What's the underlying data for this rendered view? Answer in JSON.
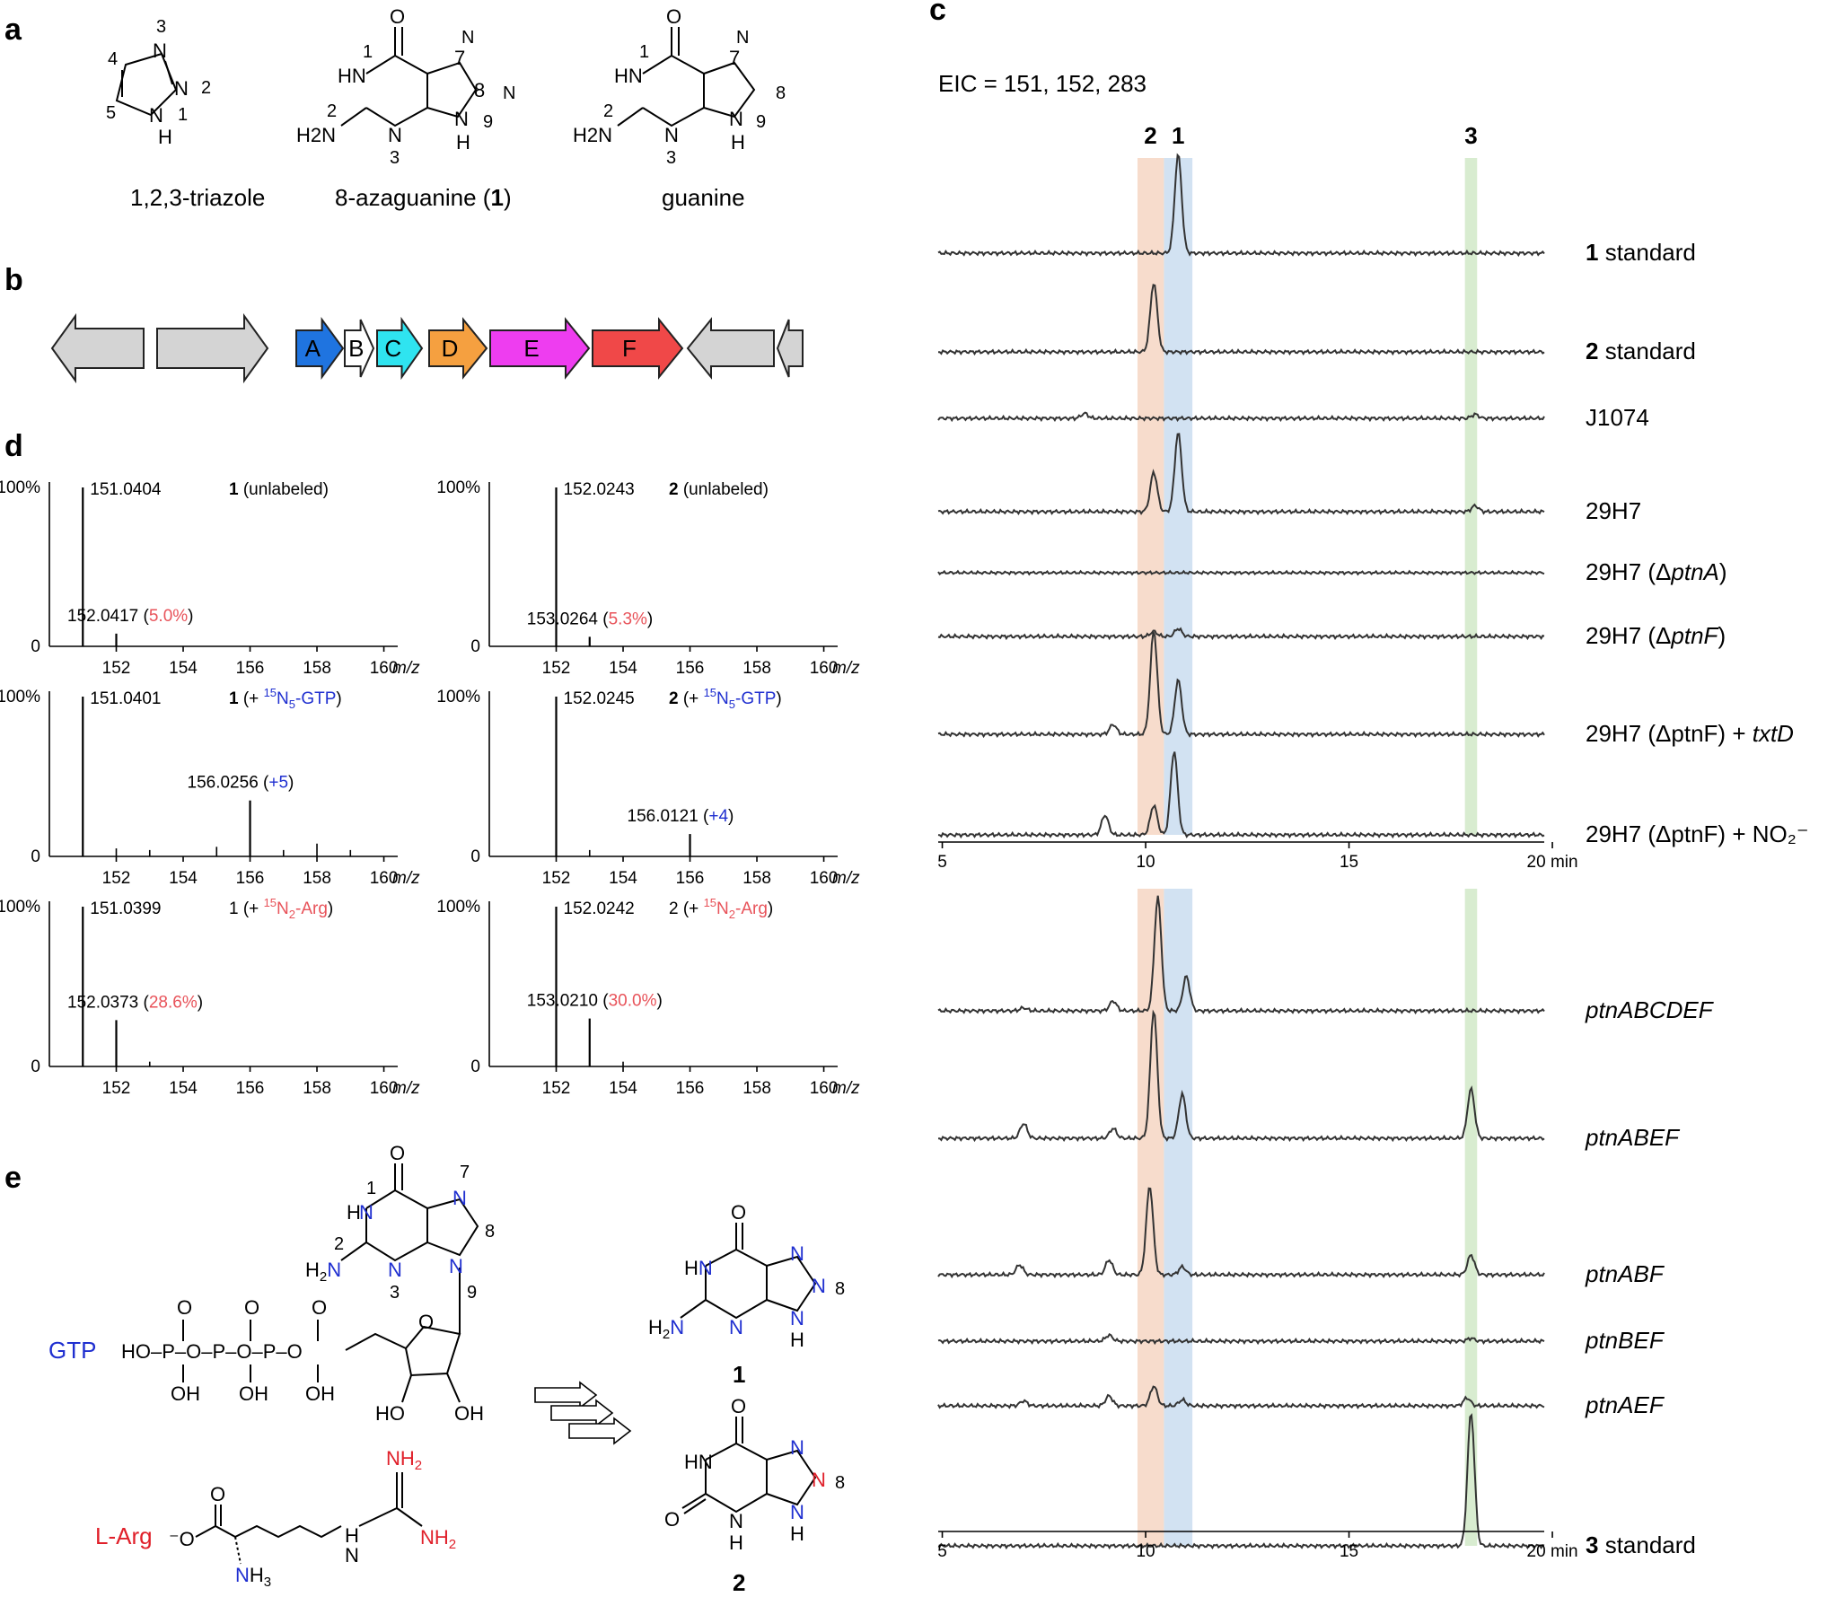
{
  "panels": {
    "a": "a",
    "b": "b",
    "c": "c",
    "d": "d",
    "e": "e"
  },
  "panel_a": {
    "structures": [
      {
        "name": "1,2,3-triazole",
        "atoms": [
          "3",
          "N",
          "4",
          "N",
          "2",
          "5",
          "N",
          "1",
          "H"
        ]
      },
      {
        "name": "8-azaguanine (",
        "bold": "1",
        "after": ")",
        "atoms": [
          "O",
          "1",
          "HN",
          "2",
          "H2N",
          "N",
          "3",
          "N",
          "7",
          "N",
          "8",
          "N",
          "9",
          "H"
        ]
      },
      {
        "name": "guanine",
        "atoms": [
          "O",
          "1",
          "HN",
          "2",
          "H2N",
          "N",
          "3",
          "N",
          "7",
          "8",
          "N",
          "9",
          "H"
        ]
      }
    ]
  },
  "panel_b": {
    "genes": [
      {
        "label": "",
        "color": "#d4d4d4"
      },
      {
        "label": "",
        "color": "#d4d4d4"
      },
      {
        "label": "A",
        "color": "#1f74e0"
      },
      {
        "label": "B",
        "color": "#ffffff"
      },
      {
        "label": "C",
        "color": "#2fe4f0"
      },
      {
        "label": "D",
        "color": "#f5a040"
      },
      {
        "label": "E",
        "color": "#ee3df0"
      },
      {
        "label": "F",
        "color": "#f04848"
      },
      {
        "label": "",
        "color": "#d4d4d4"
      },
      {
        "label": "",
        "color": "#d4d4d4"
      }
    ]
  },
  "panel_c": {
    "eic": "EIC = 151, 152, 283",
    "band_labels": [
      "2",
      "1",
      "3"
    ],
    "band_colors": {
      "2": "#f7dccc",
      "1": "#d2e2f2",
      "3": "#d8ecd0"
    },
    "x_ticks": [
      "5",
      "10",
      "15",
      "20 min"
    ],
    "chart_data": [
      {
        "type": "line",
        "xlabel": "min",
        "xlim": [
          4.9,
          19.8
        ],
        "traces": [
          {
            "label_bold": "1",
            "label": " standard",
            "peaks": [
              [
                10.8,
                1.0
              ]
            ]
          },
          {
            "label_bold": "2",
            "label": " standard",
            "peaks": [
              [
                10.2,
                0.7
              ]
            ]
          },
          {
            "label": "J1074",
            "peaks": [
              [
                8.5,
                0.05
              ],
              [
                18.1,
                0.04
              ]
            ]
          },
          {
            "label": "29H7",
            "peaks": [
              [
                10.2,
                0.4
              ],
              [
                10.8,
                0.8
              ],
              [
                18.1,
                0.06
              ]
            ]
          },
          {
            "label": "29H7 (Δ",
            "label_italic": "ptnA",
            "label_after": ")",
            "peaks": []
          },
          {
            "label": "29H7 (Δ",
            "label_italic": "ptnF",
            "label_after": ")",
            "peaks": [
              [
                10.2,
                0.05
              ],
              [
                10.8,
                0.08
              ]
            ]
          },
          {
            "label": "29H7 (ΔptnF) + ",
            "label_italic": "txtD",
            "peaks": [
              [
                9.2,
                0.1
              ],
              [
                10.2,
                1.05
              ],
              [
                10.8,
                0.55
              ]
            ]
          },
          {
            "label": "29H7 (ΔptnF) + NO₂⁻",
            "peaks": [
              [
                9.0,
                0.2
              ],
              [
                10.2,
                0.3
              ],
              [
                10.7,
                0.85
              ]
            ]
          }
        ]
      },
      {
        "type": "line",
        "xlabel": "min",
        "xlim": [
          4.9,
          19.8
        ],
        "traces": [
          {
            "label_italic": "ptnABCDEF",
            "peaks": [
              [
                7.0,
                0.03
              ],
              [
                9.2,
                0.1
              ],
              [
                10.3,
                1.15
              ],
              [
                11.0,
                0.35
              ]
            ]
          },
          {
            "label_italic": "ptnABEF",
            "peaks": [
              [
                7.0,
                0.15
              ],
              [
                9.2,
                0.1
              ],
              [
                10.2,
                1.3
              ],
              [
                10.9,
                0.45
              ],
              [
                18.0,
                0.5
              ]
            ]
          },
          {
            "label_italic": "ptnABF",
            "peaks": [
              [
                6.9,
                0.1
              ],
              [
                9.1,
                0.15
              ],
              [
                10.1,
                0.9
              ],
              [
                10.9,
                0.08
              ],
              [
                18.0,
                0.2
              ]
            ]
          },
          {
            "label_italic": "ptnBEF",
            "peaks": [
              [
                9.1,
                0.06
              ],
              [
                18.0,
                0.03
              ]
            ]
          },
          {
            "label_italic": "ptnAEF",
            "peaks": [
              [
                7.0,
                0.05
              ],
              [
                9.1,
                0.1
              ],
              [
                10.2,
                0.2
              ],
              [
                10.9,
                0.06
              ],
              [
                17.9,
                0.08
              ]
            ]
          },
          {
            "label_bold": "3",
            "label": " standard",
            "peaks": [
              [
                18.0,
                1.35
              ]
            ]
          }
        ]
      }
    ]
  },
  "panel_d": {
    "x_ticks": [
      "152",
      "154",
      "156",
      "158",
      "160"
    ],
    "x_unit": "m/z",
    "y_ticks": [
      "100%",
      "0"
    ],
    "spectra": [
      {
        "compound": "1",
        "condition": " (unlabeled)",
        "main": "151.0404",
        "secondary": "152.0417",
        "shift": "5.0%",
        "shift_color": "pink",
        "main_mz": 151.0,
        "sec_mz": 152.0,
        "sec_h": 0.08,
        "minor": []
      },
      {
        "compound": "2",
        "condition": " (unlabeled)",
        "main": "152.0243",
        "secondary": "153.0264",
        "shift": "5.3%",
        "shift_color": "pink",
        "main_mz": 152.0,
        "sec_mz": 153.0,
        "sec_h": 0.06,
        "minor": []
      },
      {
        "compound": "1",
        "condition_pre": " (+ ",
        "isotope": "15N5-GTP",
        "condition_post": ")",
        "iso_color": "blue",
        "main": "151.0401",
        "secondary": "156.0256",
        "shift": "+5",
        "shift_color": "blue",
        "main_mz": 151.0,
        "sec_mz": 156.0,
        "sec_h": 0.35,
        "minor": [
          [
            152.0,
            0.05
          ],
          [
            153.0,
            0.04
          ],
          [
            155.0,
            0.06
          ],
          [
            157.0,
            0.04
          ],
          [
            158.0,
            0.08
          ],
          [
            159.0,
            0.04
          ]
        ]
      },
      {
        "compound": "2",
        "condition_pre": " (+ ",
        "isotope": "15N5-GTP",
        "condition_post": ")",
        "iso_color": "blue",
        "main": "152.0245",
        "secondary": "156.0121",
        "shift": "+4",
        "shift_color": "blue",
        "main_mz": 152.0,
        "sec_mz": 156.0,
        "sec_h": 0.14,
        "minor": [
          [
            153.0,
            0.04
          ]
        ]
      },
      {
        "compound": "1",
        "condition_pre": " (+ ",
        "isotope": "15N2-Arg",
        "condition_post": ")",
        "iso_color": "pink",
        "main": "151.0399",
        "secondary": "152.0373",
        "shift": "28.6%",
        "shift_color": "pink",
        "main_mz": 151.0,
        "sec_mz": 152.0,
        "sec_h": 0.29,
        "minor": [
          [
            153.0,
            0.03
          ]
        ]
      },
      {
        "compound": "2",
        "condition_pre": " (+ ",
        "isotope": "15N2-Arg",
        "condition_post": ")",
        "iso_color": "pink",
        "main": "152.0242",
        "secondary": "153.0210",
        "shift": "30.0%",
        "shift_color": "pink",
        "main_mz": 152.0,
        "sec_mz": 153.0,
        "sec_h": 0.3,
        "minor": [
          [
            154.0,
            0.03
          ]
        ]
      }
    ]
  },
  "panel_e": {
    "gtp": "GTP",
    "larg": "L-Arg",
    "product1": "1",
    "product2": "2"
  }
}
